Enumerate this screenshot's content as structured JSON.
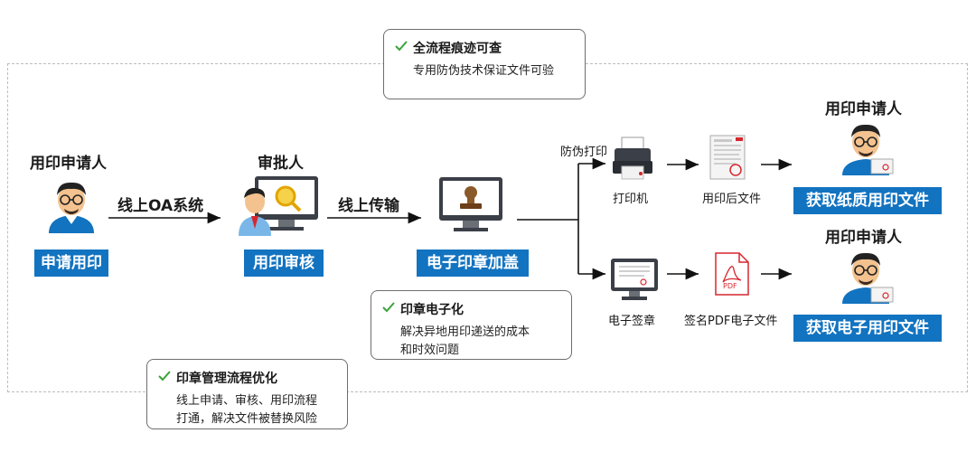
{
  "notes": {
    "trace": {
      "title": "全流程痕迹可查",
      "body": [
        "专用防伪技术保证文件可验"
      ]
    },
    "digital": {
      "title": "印章电子化",
      "body": [
        "解决异地用印递送的成本",
        "和时效问题"
      ]
    },
    "optimize": {
      "title": "印章管理流程优化",
      "body": [
        "线上申请、审核、用印流程",
        "打通，解决文件被替换风险"
      ]
    }
  },
  "nodes": {
    "applicant": {
      "title": "用印申请人",
      "box": "申请用印"
    },
    "approver": {
      "title": "审批人",
      "box": "用印审核"
    },
    "seal": {
      "box": "电子印章加盖"
    }
  },
  "edges": {
    "oa": "线上OA系统",
    "transfer": "线上传输",
    "anti_fake": "防伪打印"
  },
  "top_branch": {
    "printer": "打印机",
    "printed_doc": "用印后文件",
    "person": "用印申请人",
    "result": "获取纸质用印文件"
  },
  "bottom_branch": {
    "esign": "电子签章",
    "pdf_doc": "签名PDF电子文件",
    "pdf_badge": "PDF",
    "person": "用印申请人",
    "result": "获取电子用印文件"
  },
  "colors": {
    "accent": "#1273c0",
    "check": "#3aa33a",
    "monitor": "#3b3f47"
  }
}
